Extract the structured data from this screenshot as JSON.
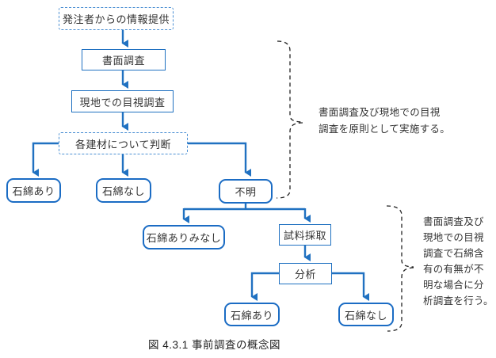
{
  "diagram": {
    "accent_color": "#2071c1",
    "bracket_color": "#222222",
    "nodes": {
      "info_provision": {
        "label": "発注者からの情報提供"
      },
      "document_survey": {
        "label": "書面調査"
      },
      "visual_survey": {
        "label": "現地での目視調査"
      },
      "judgment": {
        "label": "各建材について判断"
      },
      "asbestos_present_1": {
        "label": "石綿あり"
      },
      "asbestos_absent_1": {
        "label": "石綿なし"
      },
      "unknown": {
        "label": "不明"
      },
      "deemed_asbestos": {
        "label": "石綿ありみなし"
      },
      "sampling": {
        "label": "試料採取"
      },
      "analysis": {
        "label": "分析"
      },
      "asbestos_present_2": {
        "label": "石綿あり"
      },
      "asbestos_absent_2": {
        "label": "石綿なし"
      }
    },
    "annotations": {
      "principle_note": "書面調査及び現地での目視\n調査を原則として実施する。",
      "analysis_note": "書面調査及び\n現地での目視\n調査で石綿含\n有の有無が不\n明な場合に分\n析調査を行う。"
    },
    "caption": "図 4.3.1  事前調査の概念図"
  }
}
